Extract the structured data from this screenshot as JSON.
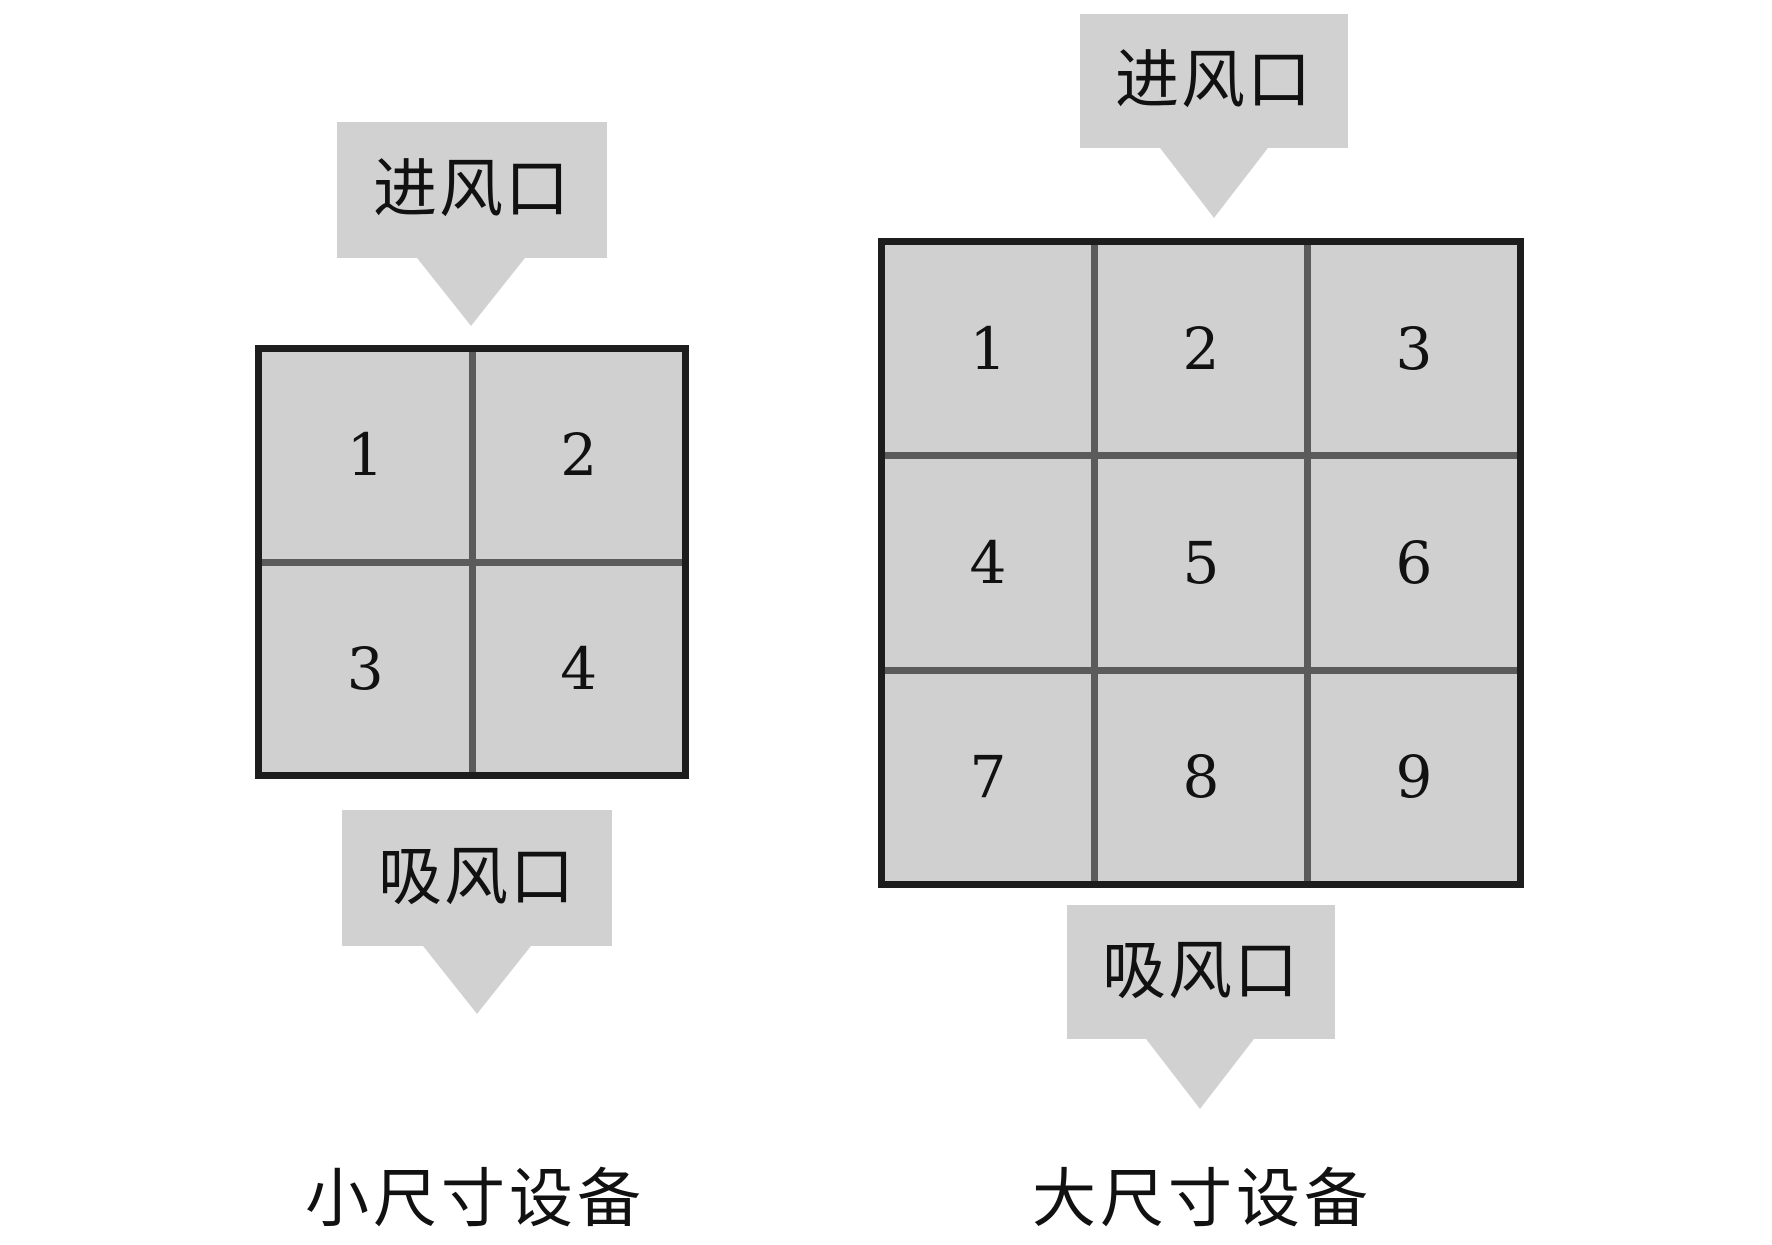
{
  "small_device": {
    "inlet_label": "进风口",
    "outlet_label": "吸风口",
    "caption": "小尺寸设备",
    "cells": [
      "1",
      "2",
      "3",
      "4"
    ]
  },
  "large_device": {
    "inlet_label": "进风口",
    "outlet_label": "吸风口",
    "caption": "大尺寸设备",
    "cells": [
      "1",
      "2",
      "3",
      "4",
      "5",
      "6",
      "7",
      "8",
      "9"
    ]
  },
  "colors": {
    "panel_fill": "#d0d0d0",
    "grid_border": "#1d1d1d",
    "grid_divider": "#5b5b5b",
    "label_box": "#d1d1d1"
  }
}
